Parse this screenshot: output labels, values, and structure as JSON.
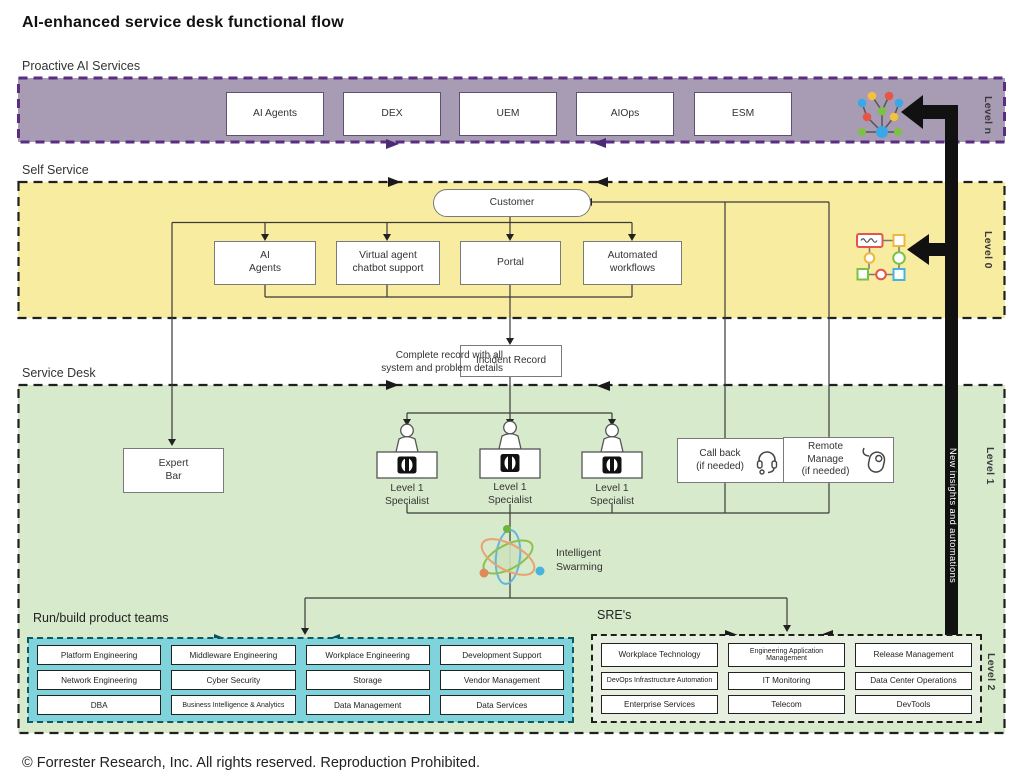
{
  "title": "AI-enhanced service desk functional flow",
  "footer": "© Forrester Research, Inc. All rights reserved. Reproduction Prohibited.",
  "insight_arrow_label": "New insights and automations",
  "proactive": {
    "label": "Proactive AI Services",
    "level": "Level n",
    "boxes": [
      "AI Agents",
      "DEX",
      "UEM",
      "AIOps",
      "ESM"
    ]
  },
  "self_service": {
    "label": "Self Service",
    "level": "Level 0",
    "customer": "Customer",
    "boxes": [
      "AI\nAgents",
      "Virtual agent\nchatbot support",
      "Portal",
      "Automated\nworkflows"
    ]
  },
  "incident": {
    "box": "Incident Record",
    "annotation": "Complete record with all\nsystem and problem details"
  },
  "service_desk": {
    "label": "Service Desk",
    "level": "Level 1",
    "expert_bar": "Expert\nBar",
    "specialist": "Level 1\nSpecialist",
    "call_back": "Call back\n(if needed)",
    "remote_manage": "Remote\nManage\n(if needed)",
    "swarming": "Intelligent\nSwarming"
  },
  "run_build": {
    "label": "Run/build product teams",
    "teams": [
      "Platform Engineering",
      "Middleware Engineering",
      "Workplace Engineering",
      "Development Support",
      "Network Engineering",
      "Cyber Security",
      "Storage",
      "Vendor Management",
      "DBA",
      "Business Intelligence & Analytics",
      "Data Management",
      "Data Services"
    ]
  },
  "sre": {
    "label": "SRE's",
    "level": "Level 2",
    "teams": [
      "Workplace Technology",
      "Engineering Application Management",
      "Release Management",
      "DevOps Infrastructure Automation",
      "IT Monitoring",
      "Data Center Operations",
      "Enterprise Services",
      "Telecom",
      "DevTools"
    ]
  },
  "colors": {
    "proactive_band": "#a89bb4",
    "proactive_border": "#5a2d82",
    "self_service_band": "#f8eca0",
    "service_desk_band": "#d8eacc",
    "run_build_box": "#7fd3da",
    "run_build_border": "#0d5966",
    "sre_box": "#e7efe0",
    "insight_arrow": "#111111"
  }
}
